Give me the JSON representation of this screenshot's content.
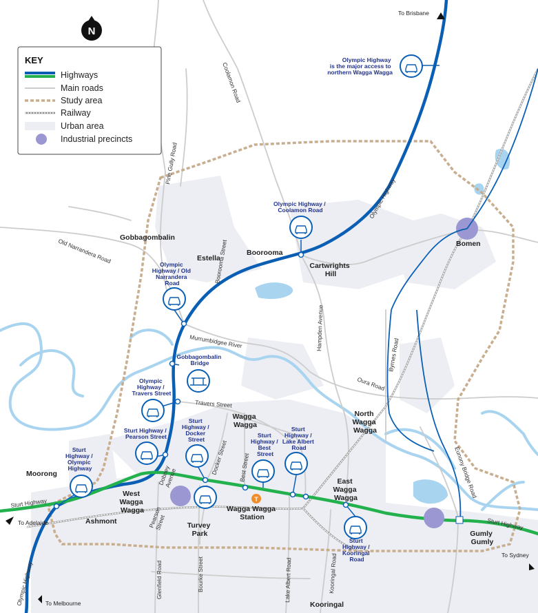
{
  "key": {
    "title": "KEY",
    "items": [
      {
        "label": "Highways",
        "symbol": "highway"
      },
      {
        "label": "Main roads",
        "symbol": "main-road"
      },
      {
        "label": "Study area",
        "symbol": "study-area"
      },
      {
        "label": "Railway",
        "symbol": "railway"
      },
      {
        "label": "Urban area",
        "symbol": "urban-area"
      },
      {
        "label": "Industrial precincts",
        "symbol": "industrial-precinct"
      }
    ]
  },
  "colors": {
    "olympic_highway": "#0a5fb4",
    "sturt_highway": "#22b14c",
    "main_roads": "#cccccc",
    "study_area": "#c8ad8f",
    "railway": "#8a8a8a",
    "urban_area": "#eceef3",
    "industrial": "#9b97d2",
    "water": "#a8d4f0",
    "callout": "#0a5fb4",
    "station": "#f28c28"
  },
  "compass": {
    "letter": "N"
  },
  "directions": {
    "brisbane": "To Brisbane",
    "adelaide": "To Adelaide",
    "melbourne": "To Melbourne",
    "sydney": "To Sydney"
  },
  "places": {
    "gobbagombalin": "Gobbagombalin",
    "estella": "Estella",
    "boorooma": "Boorooma",
    "cartwrights": [
      "Cartwrights",
      "Hill"
    ],
    "bomen": "Bomen",
    "moorong": "Moorong",
    "west_wagga": [
      "West",
      "Wagga",
      "Wagga"
    ],
    "ashmont": "Ashmont",
    "turvey_park": [
      "Turvey",
      "Park"
    ],
    "wagga_wagga": [
      "Wagga",
      "Wagga"
    ],
    "station": [
      "Wagga Wagga",
      "Station"
    ],
    "north_wagga": [
      "North",
      "Wagga",
      "Wagga"
    ],
    "east_wagga": [
      "East",
      "Wagga",
      "Wagga"
    ],
    "gumly": [
      "Gumly",
      "Gumly"
    ],
    "kooringal": "Kooringal"
  },
  "roads": {
    "coolamon_road": "Coolamon Road",
    "pine_gully_road": "Pine Gully Road",
    "old_narrandera_road": "Old Narrandera Road",
    "boorooma_street": "Boorooma Street",
    "hampden_avenue": "Hampden Avenue",
    "olympic_highway_north": "Olympic Highway",
    "olympic_highway_south": "Olympic Highway",
    "murrumbidgee_river": "Murrumbidgee River",
    "byrnes_road": "Byrnes Road",
    "oura_road": "Oura Road",
    "travers_street": "Travers Street",
    "sturt_highway_west": "Sturt Highway",
    "sturt_highway_east": "Sturt Highway",
    "dobney_avenue": [
      "Dobney",
      "Avenue"
    ],
    "docker_street": "Docker Street",
    "best_street": "Best Street",
    "pearson_street": [
      "Pearson",
      "Street"
    ],
    "glenfield_road": "Glenfield Road",
    "bourke_street": "Bourke Street",
    "lake_albert_road": "Lake Albert Road",
    "kooringal_road": "Kooringal Road",
    "eunony_bridge_road": "Eunony Bridge Road"
  },
  "callouts": {
    "olympic_access": [
      "Olympic Highway",
      "is the major access to",
      "northern Wagga Wagga"
    ],
    "olympic_coolamon": [
      "Olympic Highway /",
      "Coolamon Road"
    ],
    "olympic_old_narrandera": [
      "Olympic",
      "Highway / Old",
      "Narrandera",
      "Road"
    ],
    "gobbagombalin_bridge": [
      "Gobbagombalin",
      "Bridge"
    ],
    "olympic_travers": [
      "Olympic",
      "Highway /",
      "Travers Street"
    ],
    "sturt_pearson": [
      "Sturt Highway /",
      "Pearson Street"
    ],
    "sturt_docker": [
      "Sturt",
      "Highway /",
      "Docker",
      "Street"
    ],
    "sturt_best": [
      "Sturt",
      "Highway /",
      "Best",
      "Street"
    ],
    "sturt_lake_albert": [
      "Sturt",
      "Highway /",
      "Lake Albert",
      "Road"
    ],
    "sturt_olympic": [
      "Sturt",
      "Highway /",
      "Olympic",
      "Highway"
    ],
    "sturt_kooringal": [
      "Sturt",
      "Highway /",
      "Kooringal",
      "Road"
    ]
  }
}
